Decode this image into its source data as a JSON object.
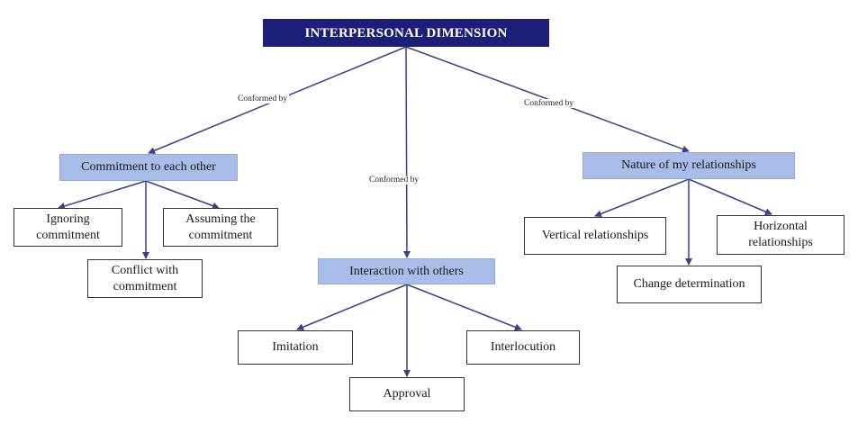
{
  "root": "INTERPERSONAL DIMENSION",
  "edge_label": "Conformed by",
  "branches": [
    {
      "label": "Commitment to each other",
      "children": [
        "Ignoring commitment",
        "Conflict with commitment",
        "Assuming the commitment"
      ]
    },
    {
      "label": "Interaction with others",
      "children": [
        "Imitation",
        "Approval",
        "Interlocution"
      ]
    },
    {
      "label": "Nature of my relationships",
      "children": [
        "Vertical relationships",
        "Change determination",
        "Horizontal relationships"
      ]
    }
  ],
  "colors": {
    "root_fill": "#1c1f78",
    "root_text": "#ffffff",
    "branch_fill": "#a8bde8",
    "connector": "#3a3f8f"
  }
}
